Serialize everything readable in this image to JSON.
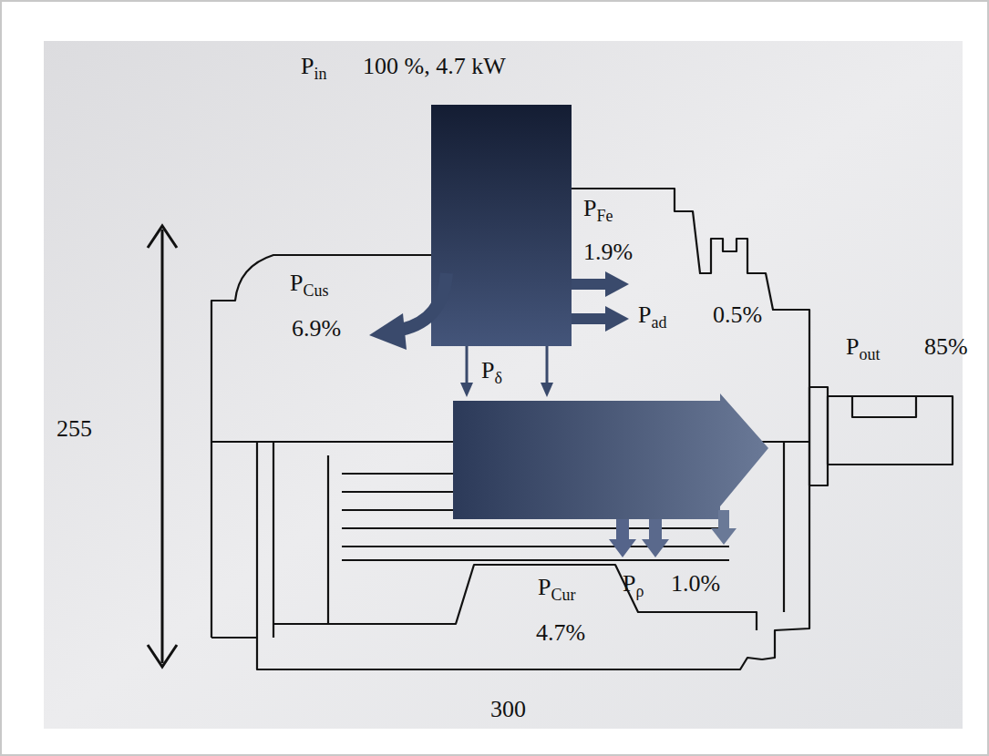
{
  "diagram": {
    "labels": [
      "Pin",
      "100 %, 4.7 kW",
      "PFe",
      "1.9%",
      "PCus",
      "6.9%",
      "Pad",
      "0.5%",
      "Pout",
      "85%",
      "Pδ",
      "PCur",
      "4.7%",
      "Pρ",
      "1.0%",
      "255",
      "300"
    ]
  }
}
